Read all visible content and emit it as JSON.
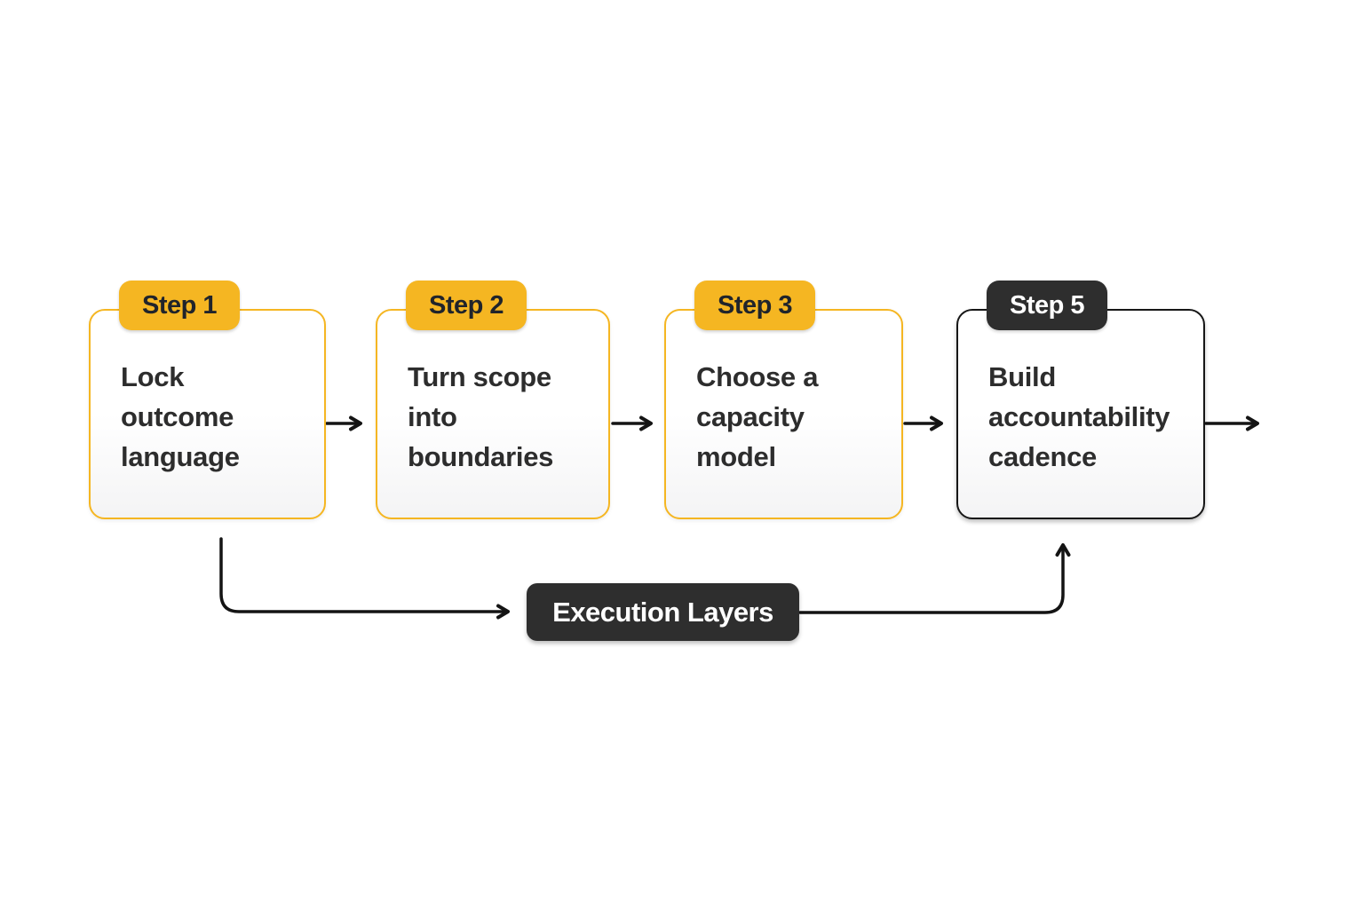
{
  "diagram": {
    "type": "flowchart",
    "steps": [
      {
        "badge": "Step 1",
        "style": "yellow",
        "lines": [
          "Lock",
          "outcome",
          "language"
        ]
      },
      {
        "badge": "Step 2",
        "style": "yellow",
        "lines": [
          "Turn scope",
          "into",
          "boundaries"
        ]
      },
      {
        "badge": "Step 3",
        "style": "yellow",
        "lines": [
          "Choose a",
          "capacity",
          "model"
        ]
      },
      {
        "badge": "Step 5",
        "style": "dark",
        "lines": [
          "Build",
          "accountability",
          "cadence"
        ]
      }
    ],
    "execution_layer": {
      "label": "Execution Layers"
    },
    "connections": [
      "step1-to-step2",
      "step2-to-step3",
      "step3-to-step5",
      "step5-exit",
      "step1-down-to-execution-layers",
      "execution-layers-up-to-step5"
    ]
  },
  "colors": {
    "accent_yellow": "#F5B622",
    "accent_dark": "#2E2E2E",
    "text_dark": "#2D2D2D",
    "line_black": "#141414",
    "badge_text_dark": "#20242B",
    "white": "#FFFFFF"
  }
}
